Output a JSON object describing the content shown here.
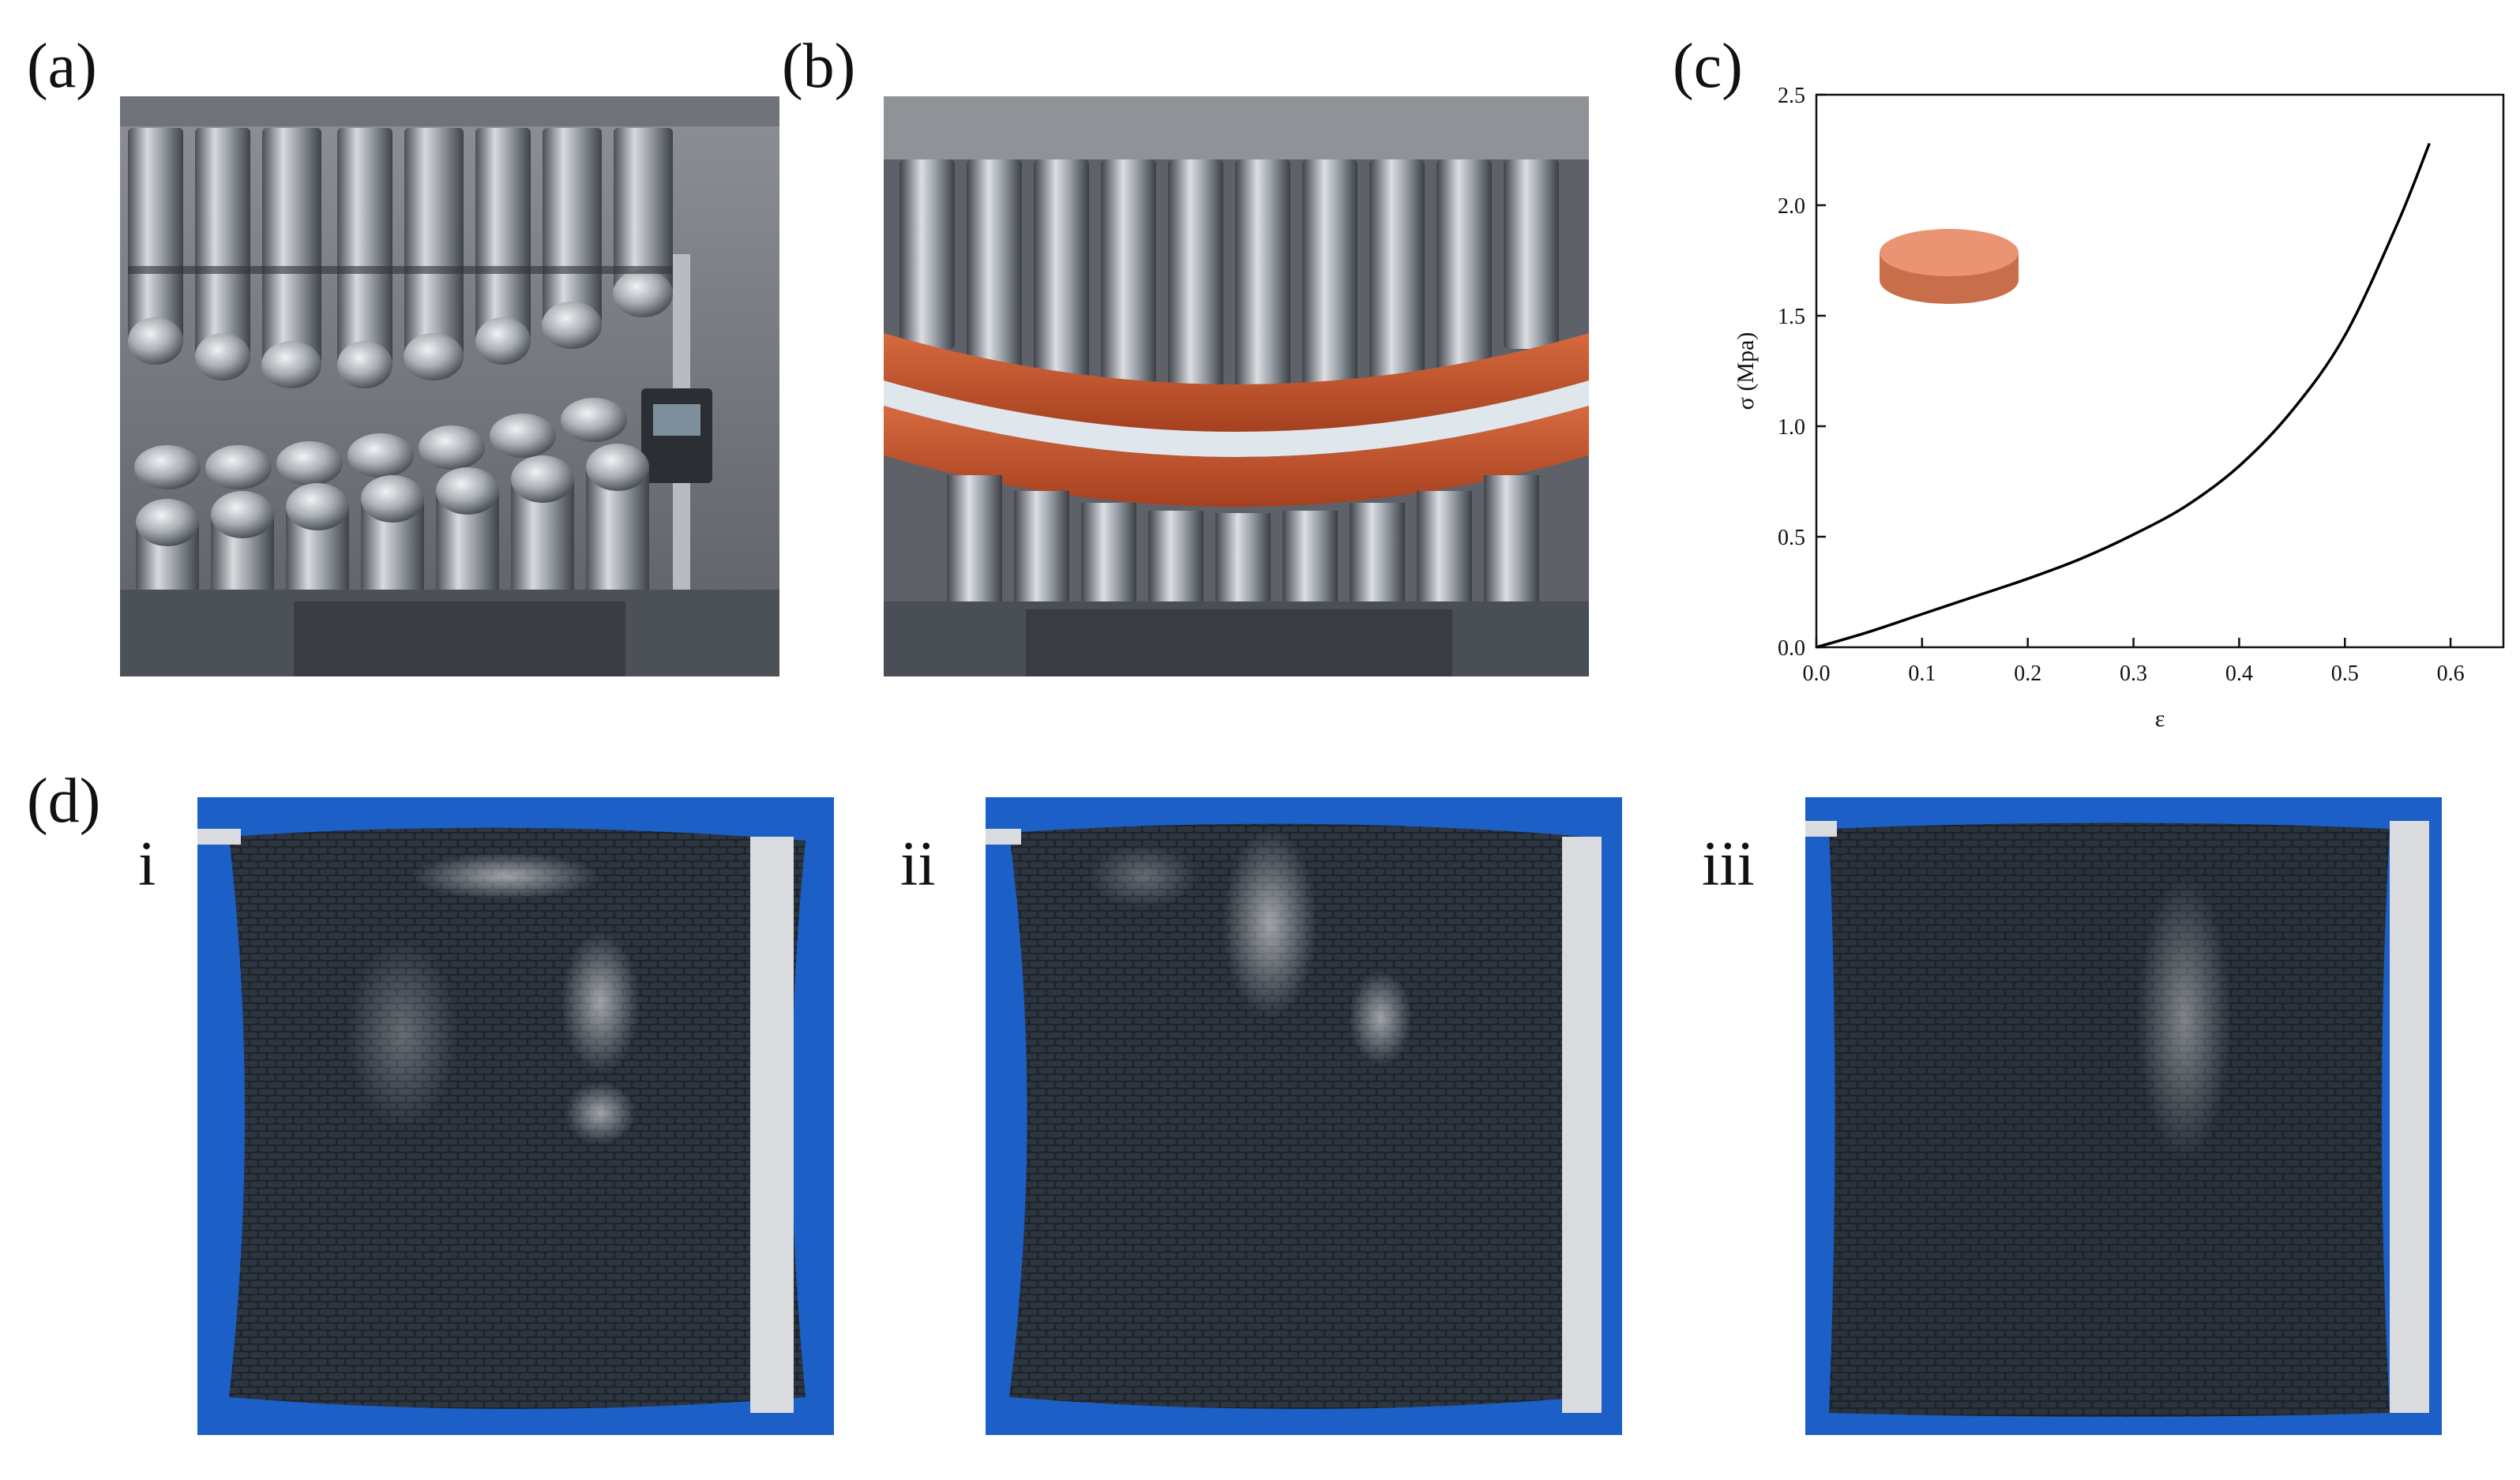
{
  "panels": {
    "a": {
      "label": "(a)"
    },
    "b": {
      "label": "(b)"
    },
    "c": {
      "label": "(c)"
    },
    "d": {
      "label": "(d)",
      "sub": [
        "i",
        "ii",
        "iii"
      ]
    }
  },
  "colors": {
    "steel_light": "#c9ccd1",
    "steel_dark": "#3c4046",
    "rubber": "#c8532e",
    "blue_backdrop": "#1b5fc7",
    "composite": "#1b2129",
    "disk": "#e88a64"
  },
  "chart_data": {
    "type": "line",
    "title": "",
    "xlabel": "ε",
    "ylabel": "σ  (Mpa)",
    "xlim": [
      0,
      0.65
    ],
    "ylim": [
      0,
      2.5
    ],
    "xticks": [
      0.0,
      0.1,
      0.2,
      0.3,
      0.4,
      0.5,
      0.6
    ],
    "yticks": [
      0.0,
      0.5,
      1.0,
      1.5,
      2.0,
      2.5
    ],
    "grid": false,
    "legend": "none",
    "inset_icon": "disk-specimen-icon",
    "series": [
      {
        "x": [
          0.0,
          0.05,
          0.1,
          0.15,
          0.2,
          0.25,
          0.3,
          0.35,
          0.4,
          0.45,
          0.5,
          0.55,
          0.58
        ],
        "y": [
          0.0,
          0.07,
          0.15,
          0.23,
          0.31,
          0.4,
          0.51,
          0.64,
          0.82,
          1.07,
          1.41,
          1.92,
          2.28
        ]
      }
    ]
  }
}
